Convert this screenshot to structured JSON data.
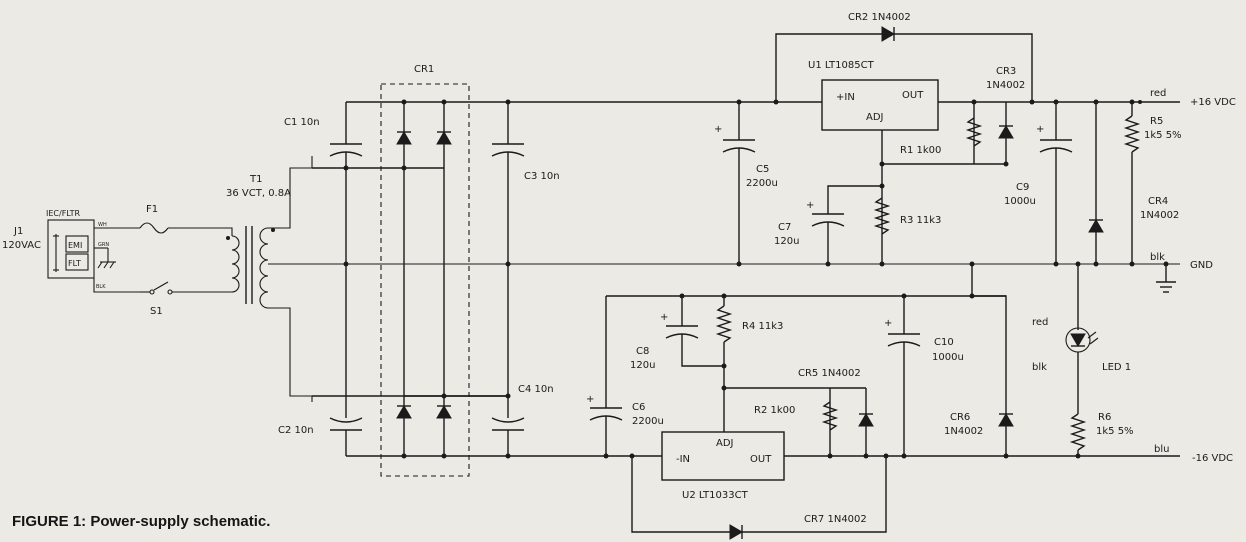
{
  "caption": "FIGURE 1: Power-supply schematic.",
  "components": {
    "J1": "J1",
    "J1_rating": "120VAC",
    "iec_block": "IEC/FLTR",
    "emi": "EMI",
    "flt": "FLT",
    "pin_wh": "WH",
    "pin_grn": "GRN",
    "pin_blk": "BLK",
    "F1": "F1",
    "S1": "S1",
    "T1": "T1",
    "T1_rating": "36 VCT, 0.8A",
    "CR1": "CR1",
    "C1": "C1  10n",
    "C2": "C2  10n",
    "C3": "C3  10n",
    "C4": "C4  10n",
    "C5": "C5",
    "C5_value": "2200u",
    "C6": "C6",
    "C6_value": "2200u",
    "C7": "C7",
    "C7_value": "120u",
    "C8": "C8",
    "C8_value": "120u",
    "C9": "C9",
    "C9_value": "1000u",
    "C10": "C10",
    "C10_value": "1000u",
    "U1": "U1  LT1085CT",
    "U2": "U2  LT1033CT",
    "pin_in_pos": "+IN",
    "pin_out": "OUT",
    "pin_adj": "ADJ",
    "pin_in_neg": "-IN",
    "R1": "R1  1k00",
    "R2": "R2  1k00",
    "R3": "R3  11k3",
    "R4": "R4  11k3",
    "R5": "R5",
    "R5_value": "1k5  5%",
    "R6": "R6",
    "R6_value": "1k5  5%",
    "CR2": "CR2  1N4002",
    "CR3": "CR3",
    "CR3_value": "1N4002",
    "CR4": "CR4",
    "CR4_value": "1N4002",
    "CR5": "CR5  1N4002",
    "CR6": "CR6",
    "CR6_value": "1N4002",
    "CR7": "CR7  1N4002",
    "LED1": "LED 1",
    "wire_red": "red",
    "wire_blk": "blk",
    "wire_blu": "blu",
    "out_pos": "+16 VDC",
    "out_gnd": "GND",
    "out_neg": "-16 VDC"
  }
}
